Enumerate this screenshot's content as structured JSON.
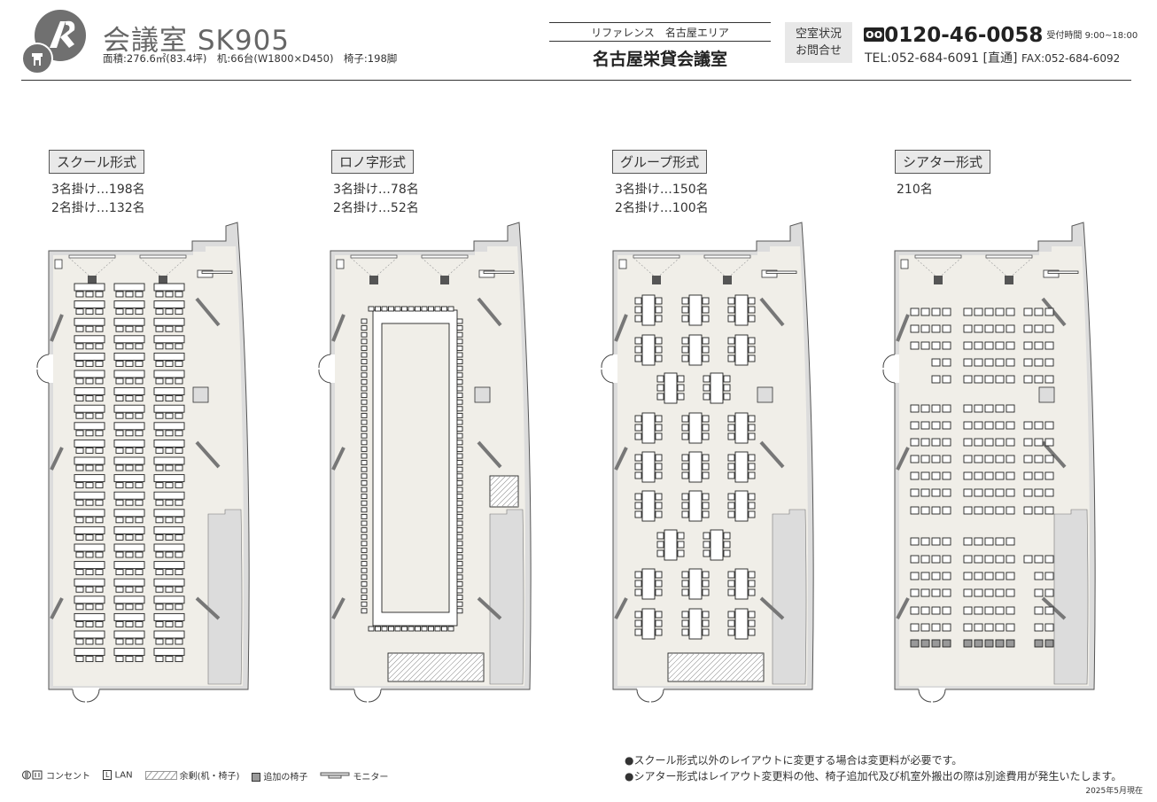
{
  "header": {
    "room_title": "会議室 SK905",
    "spec": "面積:276.6㎡(83.4坪)　机:66台(W1800×D450)　椅子:198脚",
    "reference": "リファレンス　名古屋エリア",
    "brand": "名古屋栄貸会議室",
    "inquiry_line1": "空室状況",
    "inquiry_line2": "お問合せ",
    "freedial_mark": "oo",
    "freedial": "0120-46-0058",
    "hours": "受付時間 9:00~18:00",
    "tel": "TEL:052-684-6091",
    "tel_note": "[直通]",
    "fax": "FAX:052-684-6092"
  },
  "layouts": [
    {
      "name": "スクール形式",
      "capacity": [
        "3名掛け…198名",
        "2名掛け…132名"
      ]
    },
    {
      "name": "ロノ字形式",
      "capacity": [
        "3名掛け…78名",
        "2名掛け…52名"
      ]
    },
    {
      "name": "グループ形式",
      "capacity": [
        "3名掛け…150名",
        "2名掛け…100名"
      ]
    },
    {
      "name": "シアター形式",
      "capacity": [
        "210名"
      ]
    }
  ],
  "legend": {
    "outlet": "コンセント",
    "lan_mark": "L",
    "lan": "LAN",
    "surplus": "余剰(机・椅子)",
    "extra_chair": "追加の椅子",
    "monitor": "モニター"
  },
  "notes": [
    "●スクール形式以外のレイアウトに変更する場合は変更料が必要です。",
    "●シアター形式はレイアウト変更料の他、椅子追加代及び机室外搬出の際は別途費用が発生いたします。"
  ],
  "as_of": "2025年5月現在",
  "colors": {
    "floor": "#f0eee8",
    "wall": "#dcdcdc",
    "ink": "#222222"
  }
}
